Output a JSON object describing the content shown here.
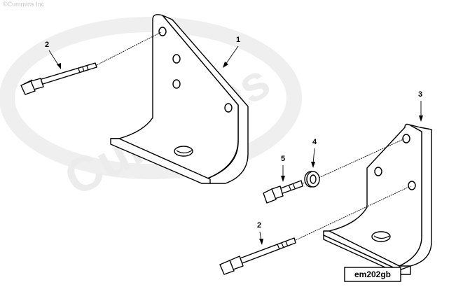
{
  "watermark": {
    "copyright": "©Cummins Inc",
    "logo_text": "Cummins"
  },
  "callouts": [
    {
      "id": "1",
      "label": "1"
    },
    {
      "id": "2a",
      "label": "2"
    },
    {
      "id": "3",
      "label": "3"
    },
    {
      "id": "4",
      "label": "4"
    },
    {
      "id": "5",
      "label": "5"
    },
    {
      "id": "2b",
      "label": "2"
    }
  ],
  "figure_ref": "em202gb",
  "colors": {
    "line": "#000000",
    "watermark": "#ececec",
    "background": "#ffffff"
  }
}
